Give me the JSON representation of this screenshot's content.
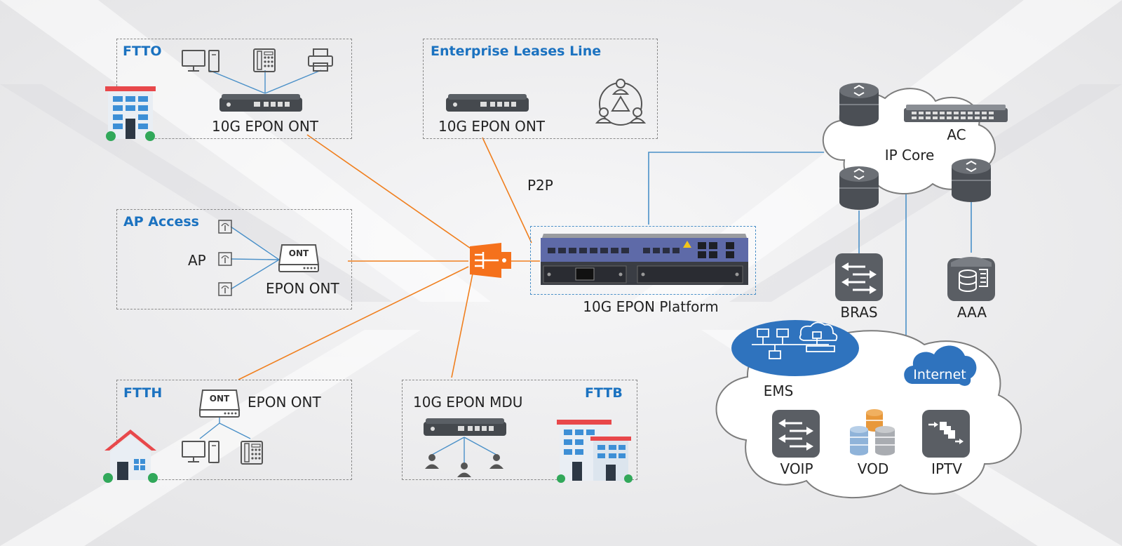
{
  "zones": {
    "ftto": {
      "title": "FTTO",
      "ont_label": "10G EPON ONT"
    },
    "enterprise": {
      "title": "Enterprise Leases Line",
      "ont_label": "10G EPON ONT"
    },
    "ap_access": {
      "title": "AP Access",
      "ap_label": "AP",
      "ont_label": "EPON ONT",
      "ont_badge": "ONT"
    },
    "ftth": {
      "title": "FTTH",
      "ont_label": "EPON ONT",
      "ont_badge": "ONT"
    },
    "fttb": {
      "title": "FTTB",
      "mdu_label": "10G EPON MDU"
    }
  },
  "p2p_label": "P2P",
  "platform": {
    "label": "10G EPON Platform"
  },
  "ip_core": {
    "label": "IP Core",
    "ac_label": "AC"
  },
  "servers": {
    "bras": "BRAS",
    "aaa": "AAA"
  },
  "services": {
    "ems": "EMS",
    "internet": "Internet",
    "voip": "VOIP",
    "vod": "VOD",
    "iptv": "IPTV"
  },
  "icons": [
    "building-icon",
    "house-icon",
    "pc-icon",
    "phone-icon",
    "printer-icon",
    "ont-device-icon",
    "ap-icon",
    "team-icon",
    "splitter-icon",
    "olt-chassis-icon",
    "router-icon",
    "switch-icon",
    "server-icon",
    "cloud-icon",
    "user-icon",
    "database-icon",
    "iptv-icon"
  ],
  "colors": {
    "accent_blue": "#1b72c0",
    "fiber_orange": "#f07f1e",
    "link_blue": "#4a90c8",
    "dashed_gray": "#8a8a8a"
  }
}
